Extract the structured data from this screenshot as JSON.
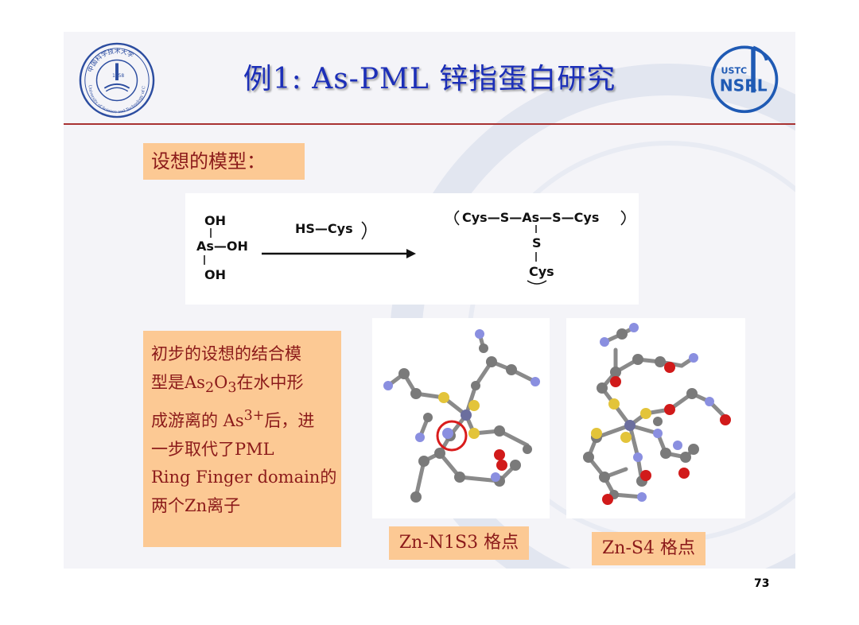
{
  "slide": {
    "title": "例1: As-PML 锌指蛋白研究",
    "section_label": "设想的模型：",
    "page_number": "73"
  },
  "left_logo": {
    "icon": "university-seal-icon",
    "year": "1958",
    "ring_text": "University of Science and Technology of China",
    "top_text": "中国科学技术大学"
  },
  "right_logo": {
    "icon": "nsrl-logo-icon",
    "small_text": "USTC",
    "main_text": "NSRL"
  },
  "reaction": {
    "reactant_top": "OH",
    "reactant_center": "As—OH",
    "reactant_bottom": "OH",
    "reagent": "HS—Cys",
    "product_chain": "Cys—S—As—S—Cys",
    "product_s": "S",
    "product_bottom": "Cys"
  },
  "description": {
    "line1": "初步的设想的结合模",
    "line2_a": "型是As",
    "line2_sub1": "2",
    "line2_b": "O",
    "line2_sub2": "3",
    "line2_c": "在水中形",
    "line3_a": "成游离的 As",
    "line3_sup": "3+",
    "line3_b": "后，进",
    "line4": "一步取代了PML",
    "line5": "Ring Finger domain的",
    "line6": "两个Zn离子"
  },
  "structures": {
    "caption_left": "Zn-N1S3 格点",
    "caption_right": "Zn-S4 格点"
  },
  "colors": {
    "title": "#1c2fb8",
    "label_fill": "#fcc994",
    "label_text": "#8b1a1a",
    "rule": "#a83232",
    "carbon": "#7a7a7a",
    "sulfur": "#e3c43a",
    "nitrogen": "#8a8fe0",
    "oxygen": "#d11a1a",
    "metal": "#6b6e9e",
    "highlight_circle": "#d91c1c"
  }
}
